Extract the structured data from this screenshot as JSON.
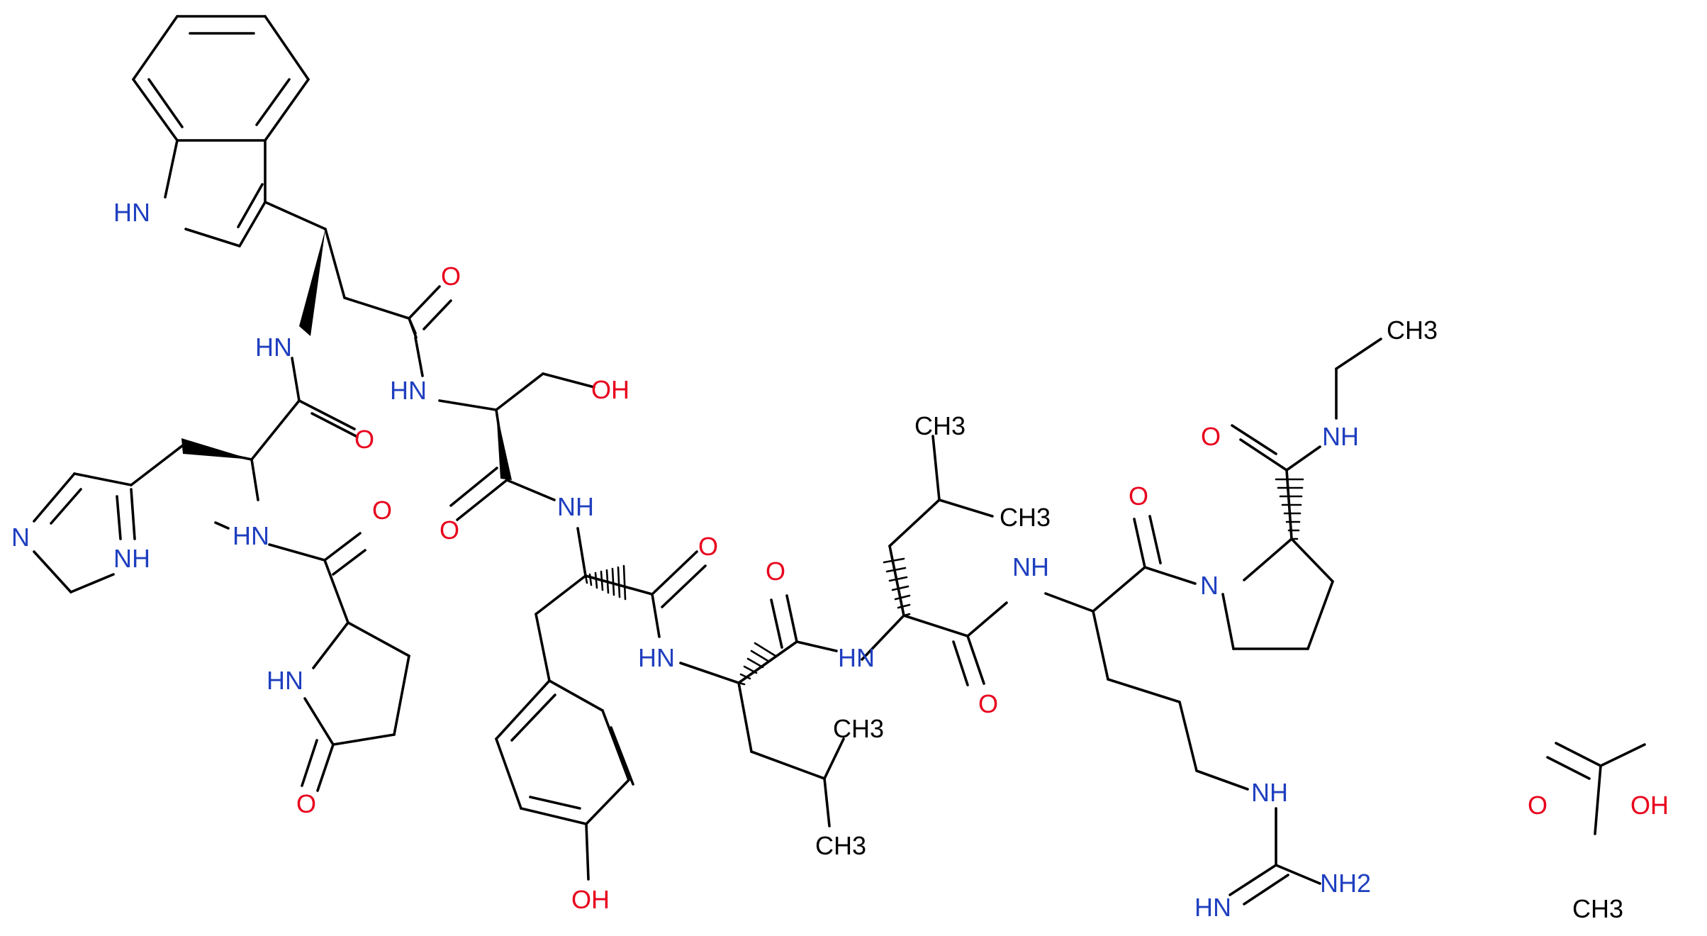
{
  "molecule": {
    "atom_labels": {
      "indole_nh": "HN",
      "trp_nh": "HN",
      "trp_carbonyl_o": "O",
      "ser_nh": "HN",
      "ser_oh": "OH",
      "his_carbonyl_o": "O",
      "imidazole_n": "N",
      "imidazole_nh": "NH",
      "his_nh": "HN",
      "pyroglu_carbonyl_o": "O",
      "lactam_nh": "HN",
      "lactam_o": "O",
      "ser_carbonyl_o": "O",
      "tyr_nh": "NH",
      "tyr_carbonyl_o": "O",
      "tyr_oh": "OH",
      "leu1_nh": "HN",
      "leu1_ch3_a": "CH3",
      "leu1_ch3_b": "CH3",
      "leu1_carbonyl_o": "O",
      "leu2_nh": "HN",
      "leu2_ch3_a": "CH3",
      "leu2_ch3_b": "CH3",
      "leu2_carbonyl_o": "O",
      "arg_nh": "NH",
      "arg_carbonyl_o": "O",
      "guan_nh": "NH",
      "guan_imine": "HN",
      "guan_nh2": "NH2",
      "pro_n": "N",
      "amide_o": "O",
      "amide_nh": "NH",
      "ethyl_ch3": "CH3",
      "acetic_o": "O",
      "acetic_oh": "OH",
      "acetic_ch3": "CH3"
    }
  }
}
